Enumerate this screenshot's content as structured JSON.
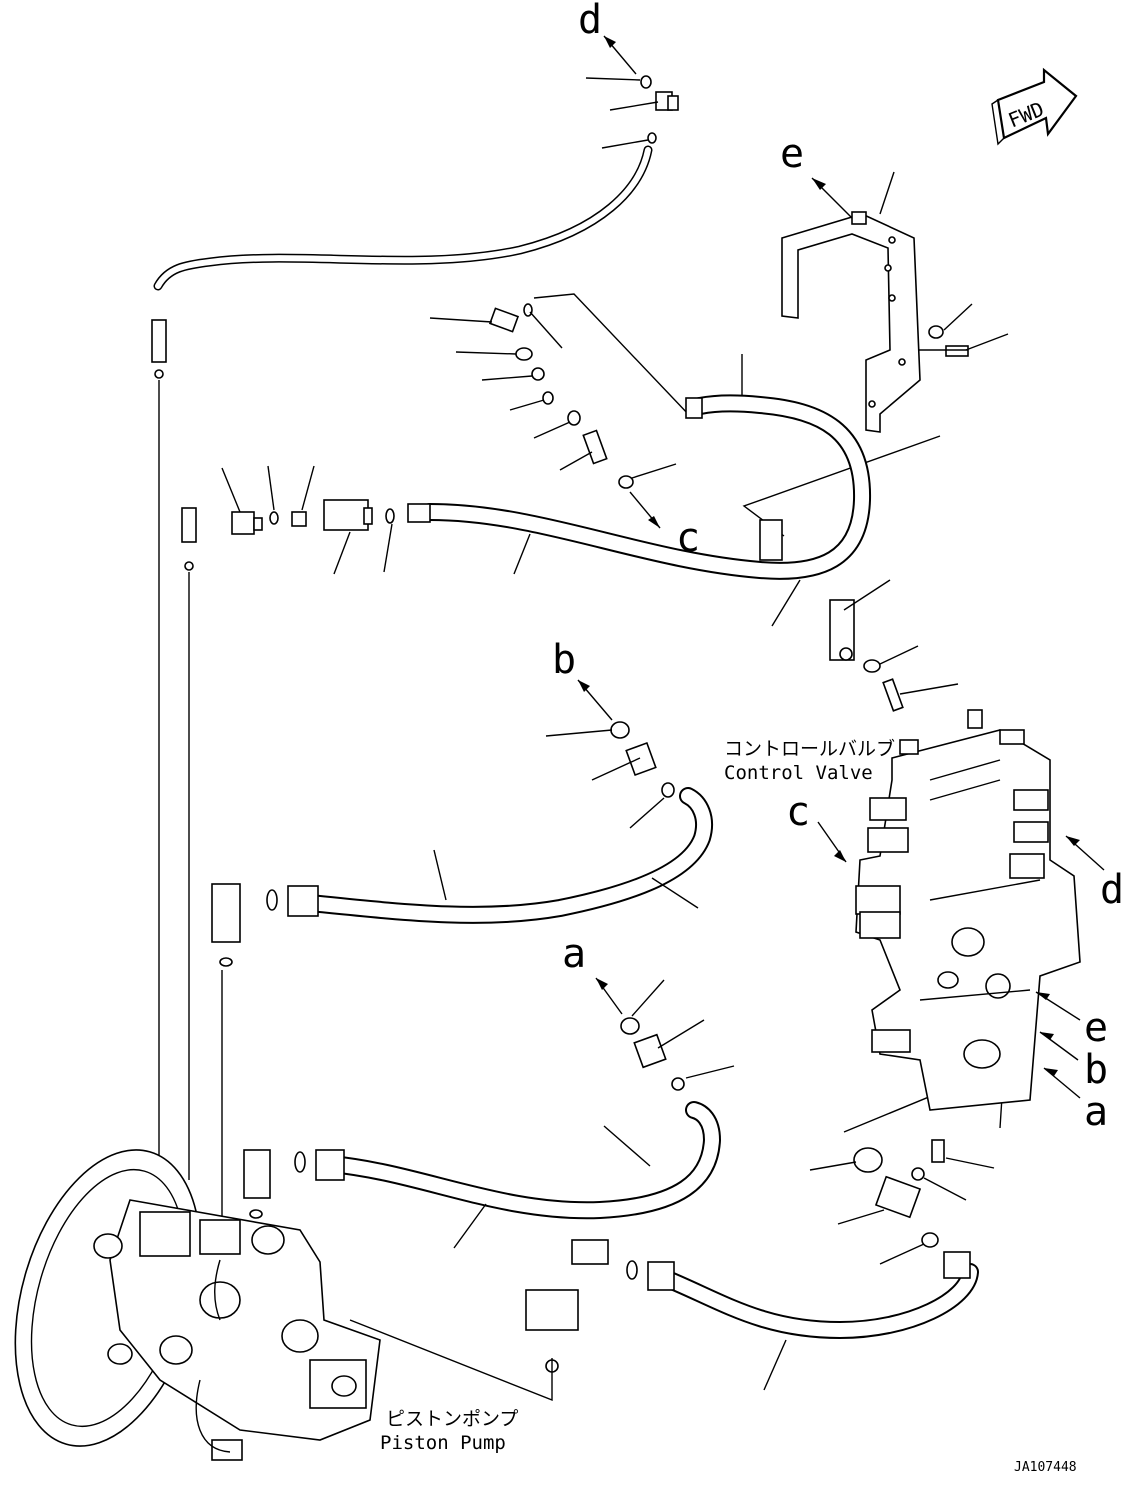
{
  "callout_letters": {
    "d_top": "d",
    "e_top": "e",
    "c_mid": "c",
    "b_mid": "b",
    "a_mid": "a",
    "c_valve": "c",
    "d_valve": "d",
    "e_valve": "e",
    "b_valve": "b",
    "a_valve": "a"
  },
  "fwd_label": "FWD",
  "control_valve": {
    "jp": "コントロールバルブ",
    "en": "Control Valve"
  },
  "piston_pump": {
    "jp": "ピストンポンプ",
    "en": "Piston Pump"
  },
  "drawing_code": "JA107448",
  "icons": [
    "fwd-arrow-icon",
    "control-valve-icon",
    "piston-pump-icon"
  ]
}
